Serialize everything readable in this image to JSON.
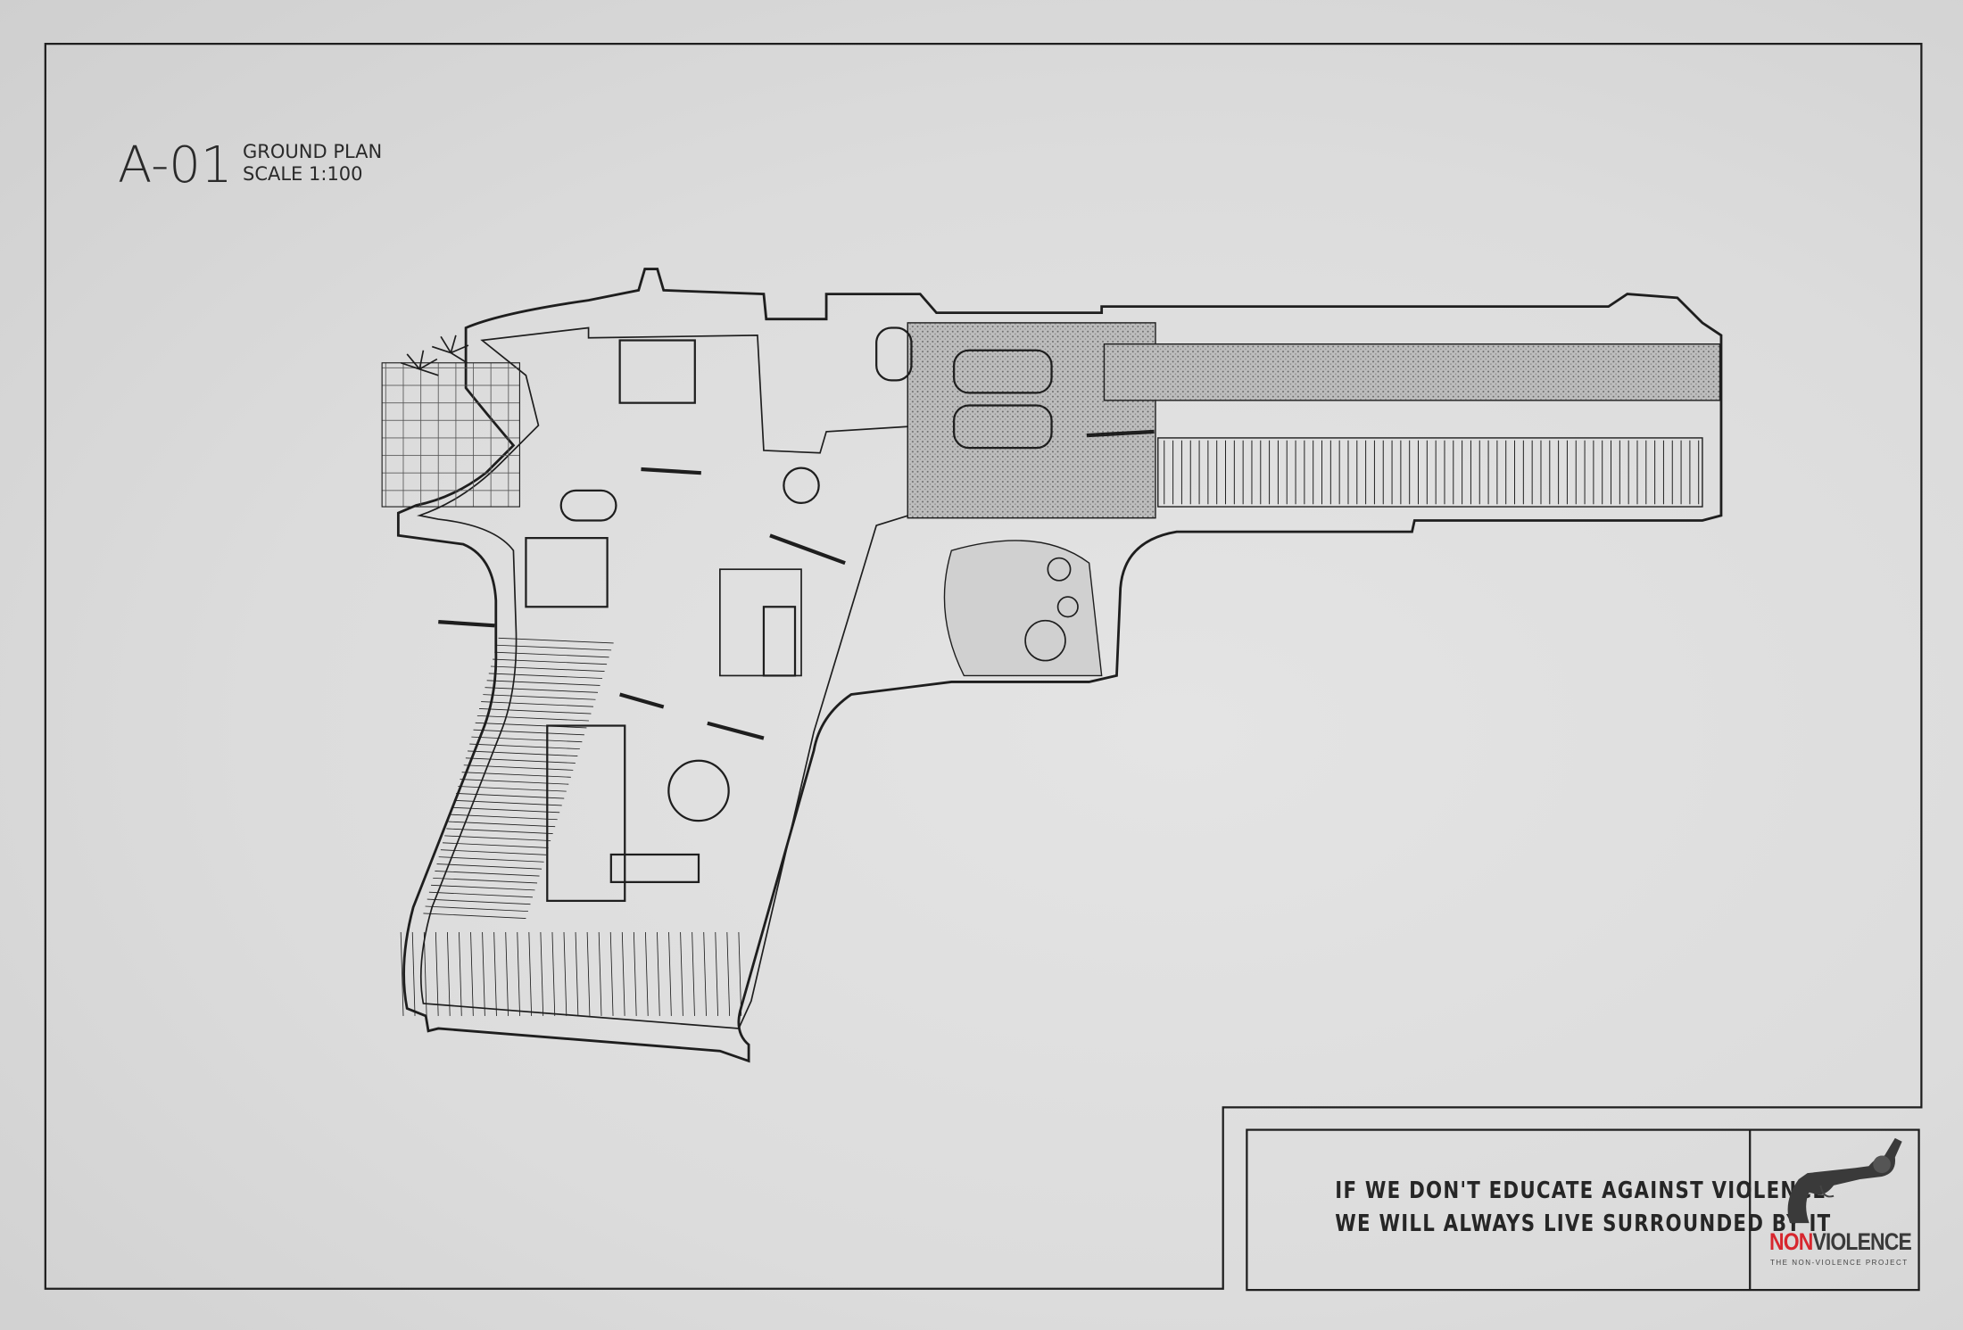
{
  "sheet": {
    "id": "A-01",
    "title": "GROUND PLAN",
    "scale": "SCALE 1:100"
  },
  "title_block": {
    "slogan_line1": "IF WE DON'T EDUCATE AGAINST VIOLENCE",
    "slogan_line2": "WE WILL ALWAYS LIVE SURROUNDED BY IT",
    "logo": {
      "word_red": "NON",
      "word_dark": "VIOLENCE",
      "subtitle": "THE NON-VIOLENCE PROJECT",
      "icon": "knotted-revolver-icon"
    }
  },
  "colors": {
    "paper": "#dedede",
    "ink": "#222222",
    "brand_red": "#d7262e"
  }
}
